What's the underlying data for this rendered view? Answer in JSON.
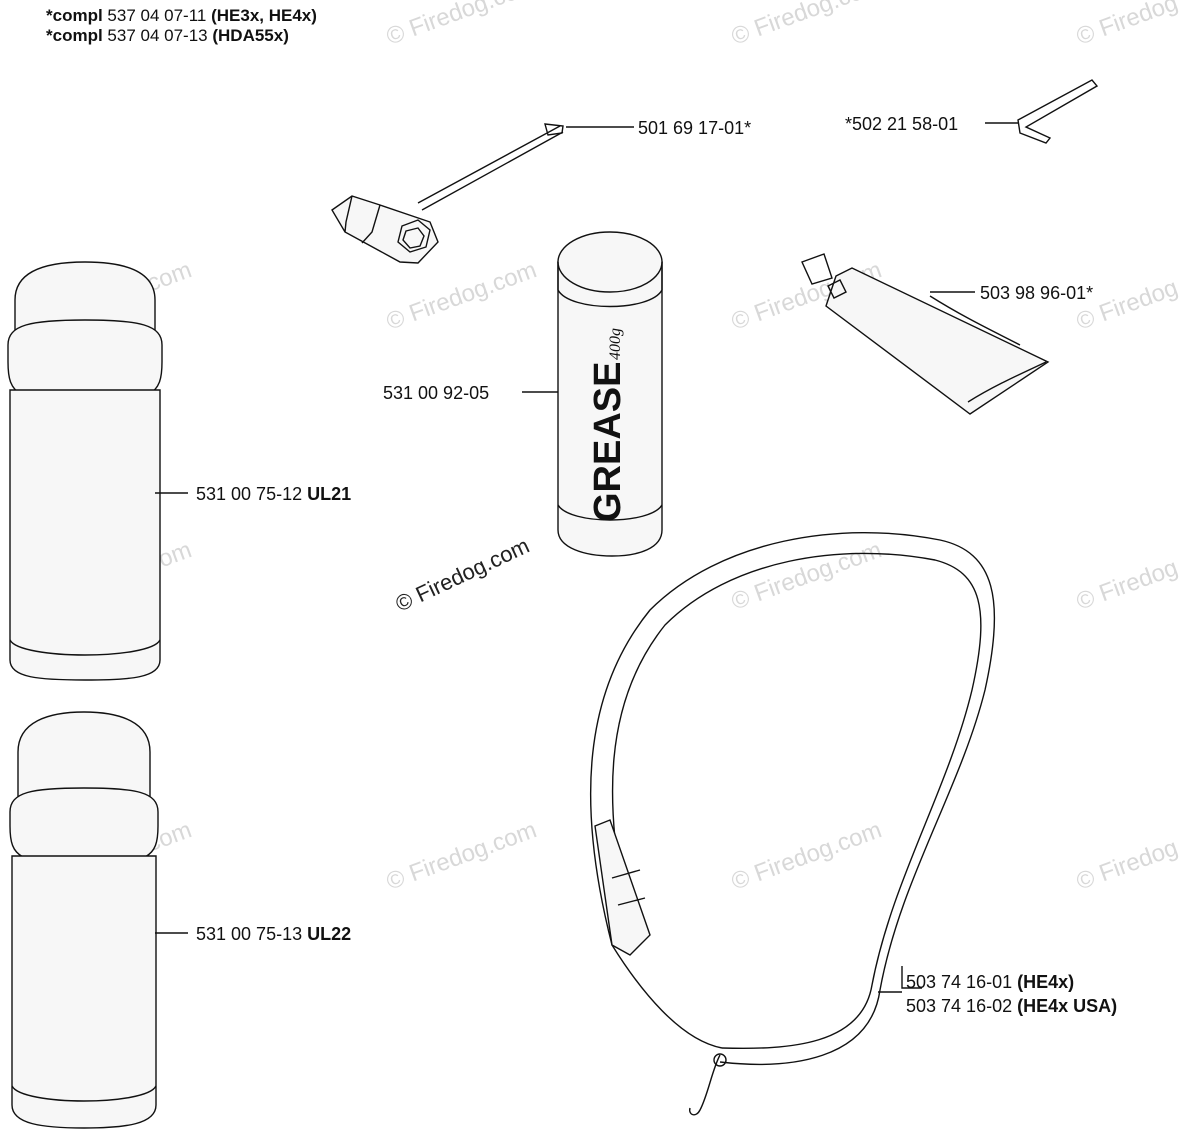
{
  "header": {
    "line1": {
      "prefix": "*compl",
      "part": "537 04 07-11",
      "models": "(HE3x, HE4x)"
    },
    "line2": {
      "prefix": "*compl",
      "part": "537 04 07-13",
      "models": "(HDA55x)"
    }
  },
  "parts": {
    "screwdriver": {
      "number": "501 69 17-01*"
    },
    "hex_key": {
      "number": "*502 21 58-01"
    },
    "grease_cartridge": {
      "number": "531 00 92-05",
      "text_main": "GREASE",
      "text_weight": "400g"
    },
    "tube": {
      "number": "503 98 96-01*"
    },
    "spray_can_1": {
      "number": "531 00 75-12",
      "code": "UL21"
    },
    "spray_can_2": {
      "number": "531 00 75-13",
      "code": "UL22"
    },
    "harness_1": {
      "number": "503 74 16-01",
      "models": "(HE4x)"
    },
    "harness_2": {
      "number": "503 74 16-02",
      "models": "(HE4x USA)"
    }
  },
  "watermark": {
    "text": "© Firedog.com"
  }
}
